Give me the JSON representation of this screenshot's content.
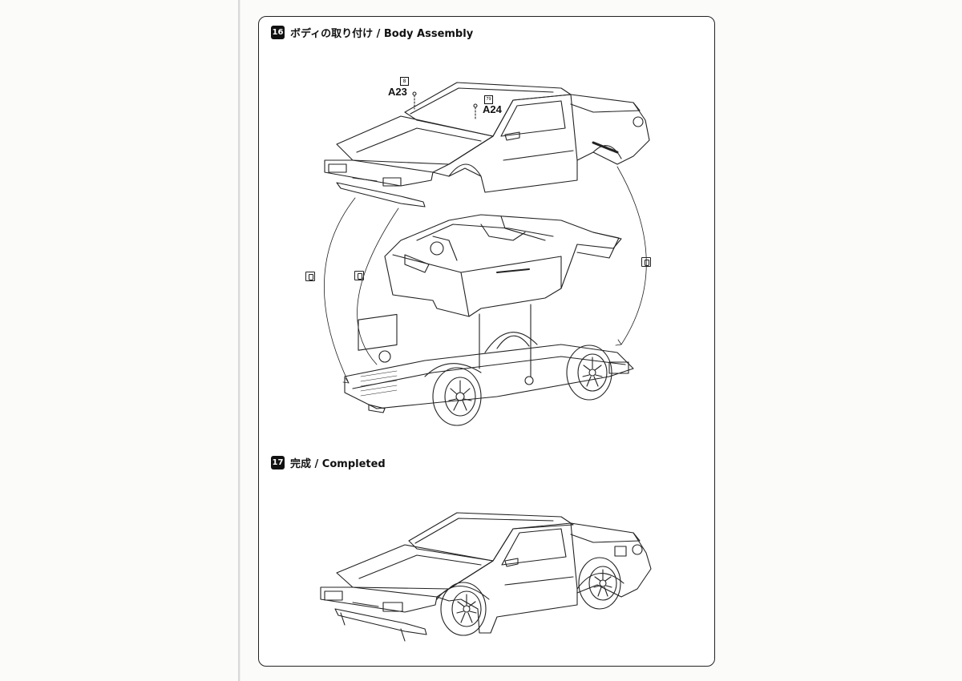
{
  "step16": {
    "number": "16",
    "title": "ボディの取り付け / Body Assembly",
    "parts": [
      {
        "ref": "8",
        "label": "A23"
      },
      {
        "ref": "79",
        "label": "A24"
      }
    ],
    "glue_icon": "cement-glue-icon"
  },
  "step17": {
    "number": "17",
    "title": "完成 / Completed"
  },
  "colors": {
    "line": "#222222",
    "paper": "#ffffff",
    "background": "#fbfbfa"
  }
}
